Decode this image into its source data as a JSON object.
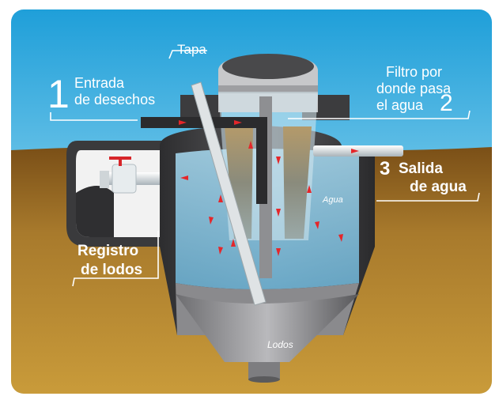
{
  "labels": {
    "tapa": "Tapa",
    "entrada_num": "1",
    "entrada_line1": "Entrada",
    "entrada_line2": "de desechos",
    "filtro_line1": "Filtro por",
    "filtro_line2": "donde pasa",
    "filtro_line3": "el agua",
    "filtro_num": "2",
    "salida_num": "3",
    "salida_line1": "Salida",
    "salida_line2": "de agua",
    "registro_line1": "Registro",
    "registro_line2": "de lodos",
    "agua": "Agua",
    "lodos": "Lodos"
  },
  "colors": {
    "sky_top": "#2aa8df",
    "sky_bottom": "#bfe8f7",
    "ground": "#a8782a",
    "tank": "#4a4a4c",
    "water": "#8fd0ef",
    "arrow": "#e5262a",
    "label_line": "#ffffff"
  }
}
